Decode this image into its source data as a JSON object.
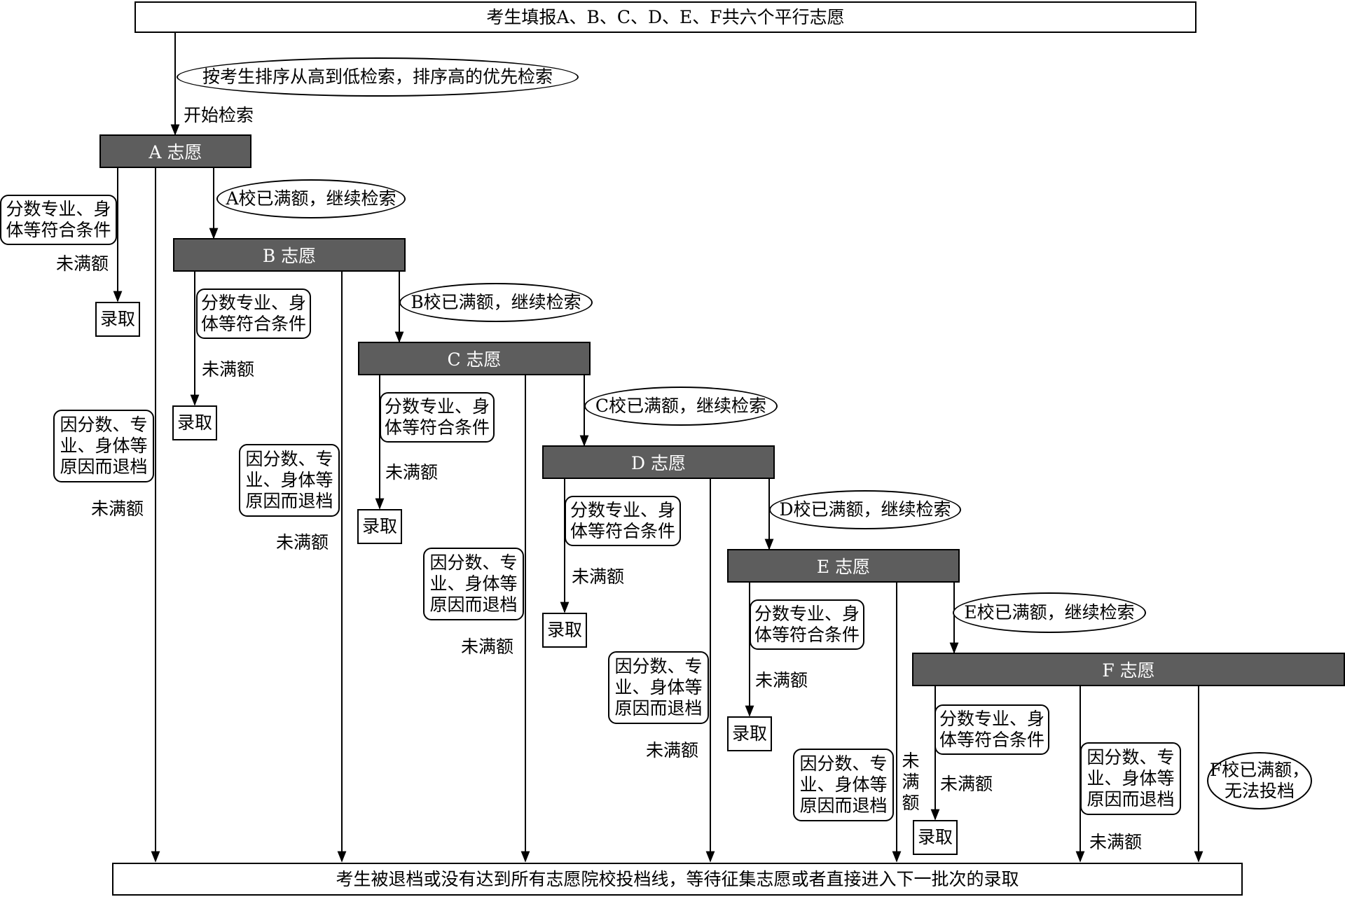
{
  "top_box": "考生填报A、B、C、D、E、F共六个平行志愿",
  "search_order": "按考生排序从高到低检索，排序高的优先检索",
  "start_search": "开始检索",
  "bottom_box": "考生被退档或没有达到所有志愿院校投档线，等待征集志愿或者直接进入下一批次的录取",
  "choices": [
    "A 志愿",
    "B 志愿",
    "C 志愿",
    "D 志愿",
    "E 志愿",
    "F 志愿"
  ],
  "full_notes": [
    "A校已满额，继续检索",
    "B校已满额，继续检索",
    "C校已满额，继续检索",
    "D校已满额，继续检索",
    "E校已满额，继续检索"
  ],
  "f_full": "F校已满额，\n无法投档",
  "meets": "分数专业、身\n体等符合条件",
  "rejected": "因分数、专\n业、身体等\n原因而退档",
  "admit": "录取",
  "not_full": "未满额",
  "not_full_vertical": "未\n满\n额"
}
